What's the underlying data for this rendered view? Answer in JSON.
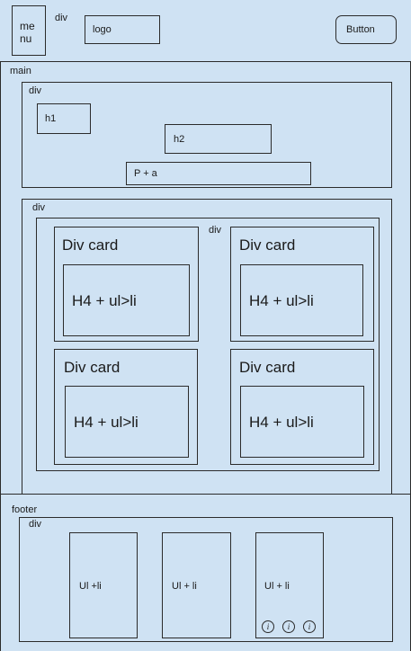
{
  "header": {
    "menu_label": "me\nnu",
    "div_label": "div",
    "logo_label": "logo",
    "button_label": "Button"
  },
  "main": {
    "label": "main",
    "hero": {
      "div_label": "div",
      "h1_label": "h1",
      "h2_label": "h2",
      "p_label": "P + a"
    },
    "cards_section": {
      "outer_div_label": "div",
      "inner_div_label": "div",
      "cards": [
        {
          "title": "Div card",
          "content": "H4 + ul>li"
        },
        {
          "title": "Div card",
          "content": "H4 + ul>li"
        },
        {
          "title": "Div card",
          "content": "H4 + ul>li"
        },
        {
          "title": "Div card",
          "content": "H4 + ul>li"
        }
      ]
    }
  },
  "footer": {
    "label": "footer",
    "div_label": "div",
    "columns": [
      {
        "label": "Ul +li"
      },
      {
        "label": "Ul + li"
      },
      {
        "label": "Ul + li"
      }
    ],
    "icons": [
      "i",
      "i",
      "i"
    ]
  }
}
